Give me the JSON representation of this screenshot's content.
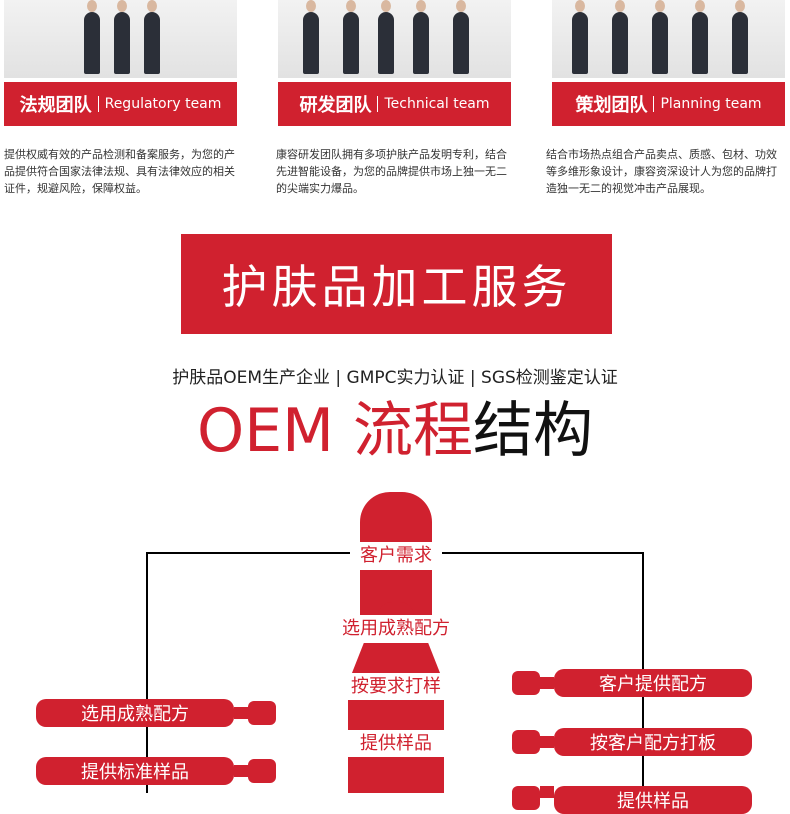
{
  "teams": [
    {
      "name": "法规团队",
      "en": "Regulatory team",
      "desc": "提供权威有效的产品检测和备案服务，为您的产品提供符合国家法律法规、具有法律效应的相关证件，规避风险，保障权益。"
    },
    {
      "name": "研发团队",
      "en": "Technical team",
      "desc": "康容研发团队拥有多项护肤产品发明专利，结合先进智能设备，为您的品牌提供市场上独一无二的尖端实力爆品。"
    },
    {
      "name": "策划团队",
      "en": "Planning team",
      "desc": "结合市场热点组合产品卖点、质感、包材、功效等多维形象设计，康容资深设计人为您的品牌打造独一无二的视觉冲击产品展现。"
    }
  ],
  "service_banner": "护肤品加工服务",
  "subtitle": "护肤品OEM生产企业 | GMPC实力认证 | SGS检测鉴定认证",
  "heading": {
    "red": "OEM 流程",
    "black": "结构"
  },
  "flow": {
    "center": [
      "客户需求",
      "选用成熟配方",
      "按要求打样",
      "提供样品"
    ],
    "left": [
      "选用成熟配方",
      "提供标准样品"
    ],
    "right": [
      "客户提供配方",
      "按客户配方打板",
      "提供样品"
    ]
  },
  "colors": {
    "brand": "#d0212f"
  }
}
